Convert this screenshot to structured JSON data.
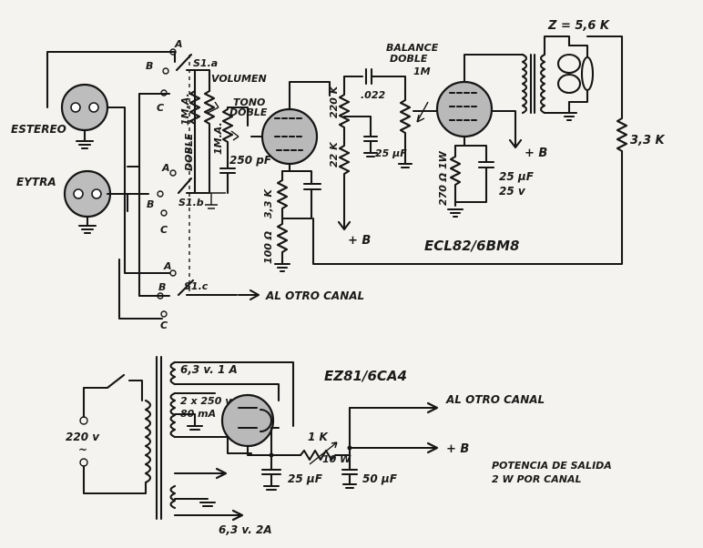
{
  "labels": {
    "estereo": "ESTEREO",
    "extra": "EYTRA",
    "switch_a_top": "A",
    "switch_b_top": "B",
    "switch_c_top": "C",
    "s1a": "S1.a",
    "switch_a_mid": "A",
    "switch_b_mid": "B",
    "switch_c_mid": "C",
    "s1b": "S1.b",
    "switch_a_low": "A",
    "switch_b_low": "B",
    "switch_c_low": "C",
    "s1c": "S1.c",
    "al_otro_canal_top": "AL OTRO CANAL",
    "volumen": "VOLUMEN",
    "tono_doble_1": "TONO",
    "tono_doble_2": "DOBLE",
    "vol_pot_value": "1M.A.",
    "vol_pot_doble": "DOBLE",
    "tone_pot_value": "1M.A.",
    "cap_250pf": "250 pF",
    "r_33k_cath": "3,3 K",
    "r_100": "100 Ω",
    "r_220k": "220 K",
    "r_22k": "22 K",
    "cap_022": ".022",
    "cap_25uf_top": "25 µF",
    "balance_1": "BALANCE",
    "balance_2": "DOBLE",
    "balance_value": "1M",
    "r_270": "270 Ω 1W",
    "cap_25uf_cath_1": "25 µF",
    "cap_25uf_cath_2": "25 v",
    "plus_b_1": "+ B",
    "plus_b_2": "+ B",
    "z_value": "Z = 5,6 K",
    "r_33k_fb": "3,3 K",
    "tube_ecl": "ECL82/6BM8",
    "fil_63_1a": "6,3 v. 1 A",
    "hv_1": "2 x 250 v",
    "hv_2": "80 mA",
    "mains": "220 v",
    "mains_ac": "~",
    "fil_63_2a": "6,3 v. 2A",
    "tube_ez": "EZ81/6CA4",
    "r_1k": "1 K",
    "r_10w": "10 W",
    "cap_25uf_psu": "25 µF",
    "cap_50uf": "50 µF",
    "al_otro_canal_psu": "AL OTRO CANAL",
    "plus_b_psu": "+ B",
    "potencia_1": "POTENCIA DE SALIDA",
    "potencia_2": "2 W POR CANAL"
  }
}
